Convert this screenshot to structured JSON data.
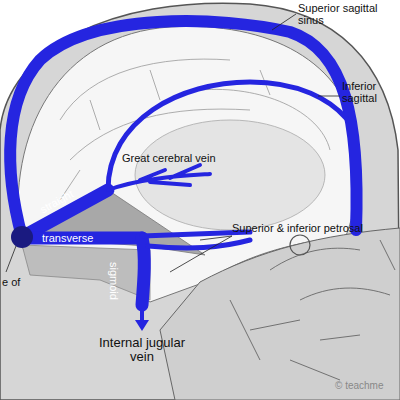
{
  "diagram": {
    "labels": [
      "Superior sagittal sinus",
      "Inferior sagittal",
      "Great cerebral vein",
      "straight",
      "transverse",
      "sigmoid",
      "Superior & inferior petrosal",
      "Internal jugular vein",
      "e of",
      "© teachme"
    ]
  }
}
